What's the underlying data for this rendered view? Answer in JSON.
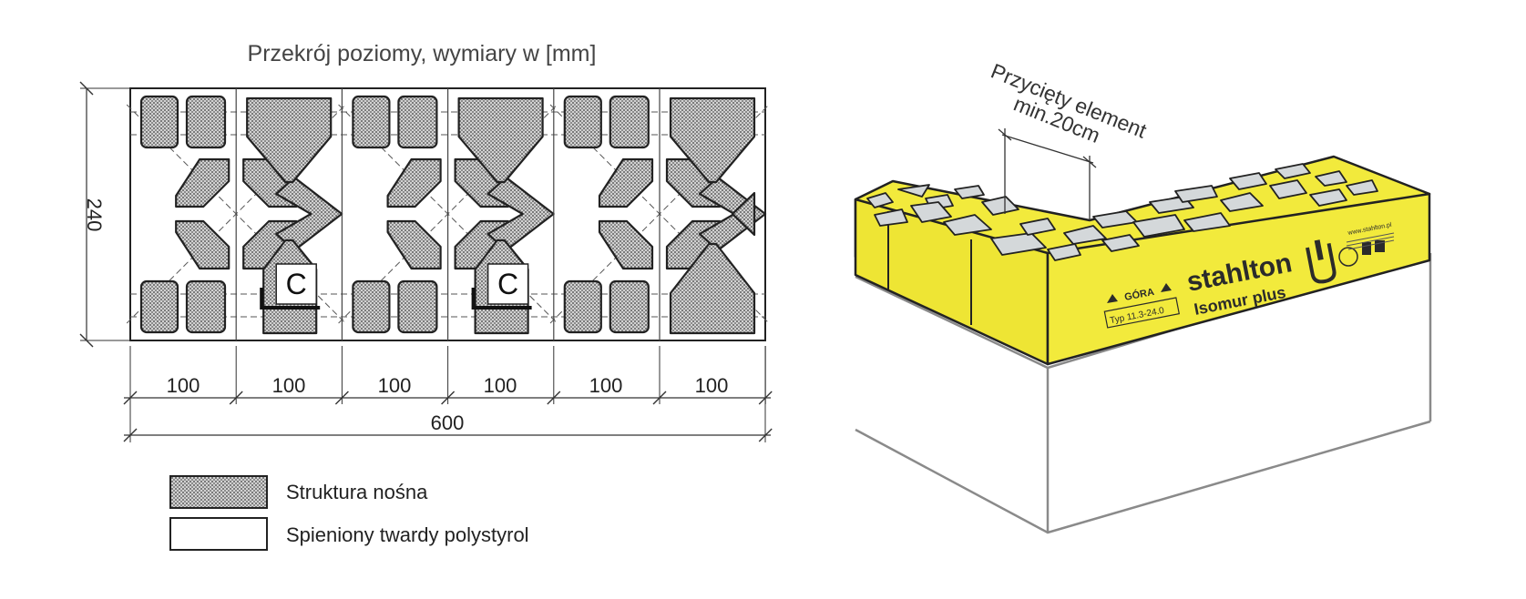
{
  "section": {
    "title": "Przekrój poziomy, wymiary w [mm]",
    "height_dim": "240",
    "segment_dims": [
      "100",
      "100",
      "100",
      "100",
      "100",
      "100"
    ],
    "total_dim": "600",
    "insert_label": "C"
  },
  "legend": {
    "items": [
      {
        "label": "Struktura nośna",
        "swatch": "hatched"
      },
      {
        "label": "Spieniony twardy polystyrol",
        "swatch": "plain"
      }
    ]
  },
  "iso": {
    "cut_label_line1": "Przycięty element",
    "cut_label_line2": "min.20cm",
    "brand": "stahlton",
    "product": "Isomur plus",
    "top_mark": "GÓRA",
    "type_label": "Typ 11.3-24.0",
    "website": "www.stahlton.pl"
  },
  "colors": {
    "block_yellow": "#f2ea3c",
    "block_side": "#e3dc2a",
    "hatch": "#4a4a4a",
    "outline": "#222222",
    "wall_line": "#8a8a8a",
    "inclusion": "#d4d8da",
    "dim_line": "#333333"
  }
}
